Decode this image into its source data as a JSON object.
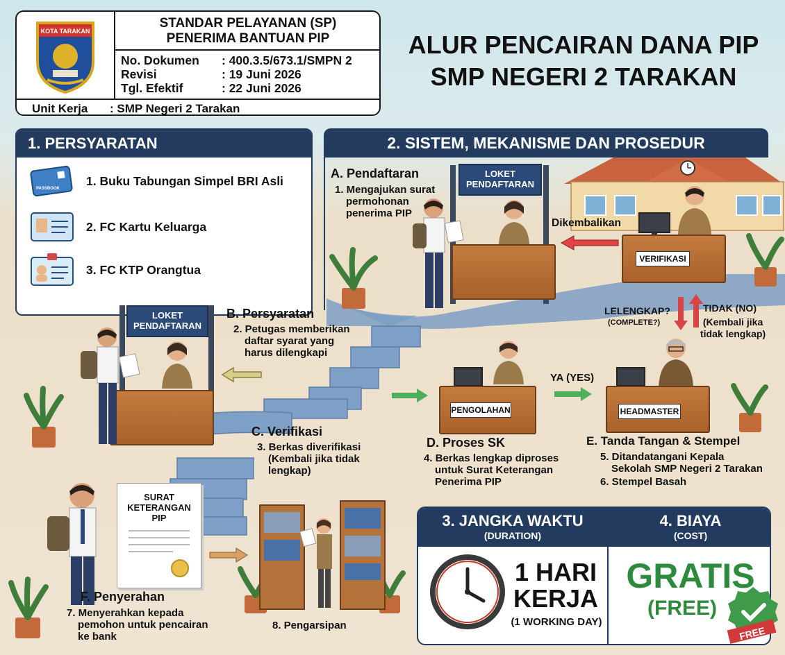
{
  "header": {
    "logo_text": "KOTA TARAKAN",
    "title_line1": "STANDAR PELAYANAN (SP)",
    "title_line2": "PENERIMA BANTUAN PIP",
    "rows": [
      {
        "key": "No. Dokumen",
        "value": ": 400.3.5/673.1/SMPN 2"
      },
      {
        "key": "Revisi",
        "value": ": 19 Juni 2026"
      },
      {
        "key": "Tgl. Efektif",
        "value": ": 22 Juni 2026"
      }
    ],
    "unit_key": "Unit Kerja",
    "unit_value": ": SMP Negeri 2 Tarakan"
  },
  "main_title": {
    "line1": "ALUR PENCAIRAN DANA PIP",
    "line2": "SMP NEGERI 2 TARAKAN"
  },
  "requirements": {
    "heading": "1. PERSYARATAN",
    "card_text": "PASSBOOK",
    "items": [
      "1. Buku Tabungan Simpel BRI Asli",
      "2. FC Kartu Keluarga",
      "3. FC KTP Orangtua"
    ]
  },
  "procedure": {
    "heading": "2. SISTEM, MEKANISME DAN PROSEDUR",
    "booth_sign": "LOKET PENDAFTARAN",
    "A": {
      "title": "A. Pendaftaran",
      "text": [
        "1. Mengajukan surat",
        "permohonan",
        "penerima PIP"
      ]
    },
    "B": {
      "title": "B. Persyaratan",
      "text": [
        "2. Petugas memberikan",
        "daftar syarat yang",
        "harus dilengkapi"
      ]
    },
    "C": {
      "title": "C. Verifikasi",
      "text": [
        "3. Berkas diverifikasi",
        "(Kembali jika tidak",
        "lengkap)"
      ]
    },
    "D": {
      "title": "D. Proses SK",
      "text": [
        "4. Berkas lengkap diproses",
        "untuk Surat Keterangan",
        "Penerima PIP"
      ]
    },
    "E": {
      "title": "E. Tanda Tangan & Stempel",
      "text": [
        "5. Ditandatangani Kepala",
        "Sekolah SMP Negeri 2 Tarakan",
        "6. Stempel Basah"
      ]
    },
    "F": {
      "title": "F. Penyerahan",
      "text": [
        "7. Menyerahkan kepada",
        "pemohon untuk pencairan",
        "ke bank"
      ]
    },
    "archive": "8. Pengarsipan",
    "verif_desk": "VERIFIKASI",
    "pengolahan_desk": "PENGOLAHAN",
    "headmaster_desk": "HEADMASTER",
    "dikembalikan": "Dikembalikan",
    "lengkap_q": "LELENGKAP?",
    "lengkap_q_en": "(COMPLETE?)",
    "tidak": "TIDAK (NO)",
    "tidak_note": [
      "(Kembali jika",
      "tidak lengkap)"
    ],
    "ya": "YA (YES)",
    "certificate": [
      "SURAT",
      "KETERANGAN",
      "PIP"
    ]
  },
  "duration": {
    "heading": "3. JANGKA WAKTU",
    "sub": "(DURATION)",
    "value1": "1 HARI",
    "value2": "KERJA",
    "note": "(1 WORKING DAY)"
  },
  "cost": {
    "heading": "4. BIAYA",
    "sub": "(COST)",
    "value": "GRATIS",
    "value_en": "(FREE)",
    "badge": "FREE"
  },
  "colors": {
    "navy": "#233b5e",
    "green": "#2e8b3e",
    "red": "#d23a3a"
  }
}
